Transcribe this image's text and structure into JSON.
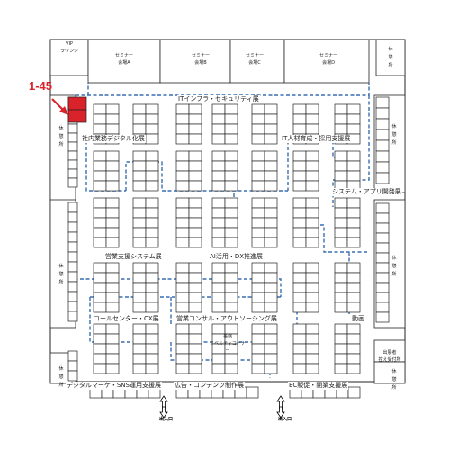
{
  "callout": {
    "label": "1-45",
    "color": "#d9232b"
  },
  "rooms": {
    "vip": [
      "VIP",
      "ラウンジ"
    ],
    "seminar_a": [
      "セミナー",
      "会場A"
    ],
    "seminar_b": [
      "セミナー",
      "会場B"
    ],
    "seminar_c": [
      "セミナー",
      "会場C"
    ],
    "seminar_d": [
      "セミナー",
      "会場D"
    ],
    "rest_tr": "休憩所",
    "rest_l1": "休憩所",
    "rest_r1": "休憩所",
    "rest_l2": "休憩所",
    "rest_r2": "休憩所",
    "rest_bl": "休憩所",
    "rest_br": "休憩所",
    "reception": [
      "出展者",
      "控え受付所"
    ],
    "booth_small": [
      "事務",
      "ノベルティコーナー"
    ]
  },
  "zones": {
    "it_infra": "ITインフラ・セキュリティ展",
    "dx_office": "社内業務デジタル化展",
    "it_hr": "IT人材育成・採用支援展",
    "system_app": "システム・アプリ開発展",
    "sales_system": "営業支援システム展",
    "ai_dx": "AI活用・DX推進展",
    "call_center": "コールセンター・CX展",
    "sales_consult": "営業コンサル・アウトソーシング展",
    "media": "動画",
    "digital_mkt": "デジタルマーケ・SNS運用支援展",
    "ad_content": "広告・コンテンツ制作展",
    "ec_promo": "EC販促・開業支援展"
  },
  "exits": {
    "left": "出入口",
    "right": "出入口"
  },
  "colors": {
    "path": "#3a6fb0",
    "highlight": "#d9232b"
  }
}
